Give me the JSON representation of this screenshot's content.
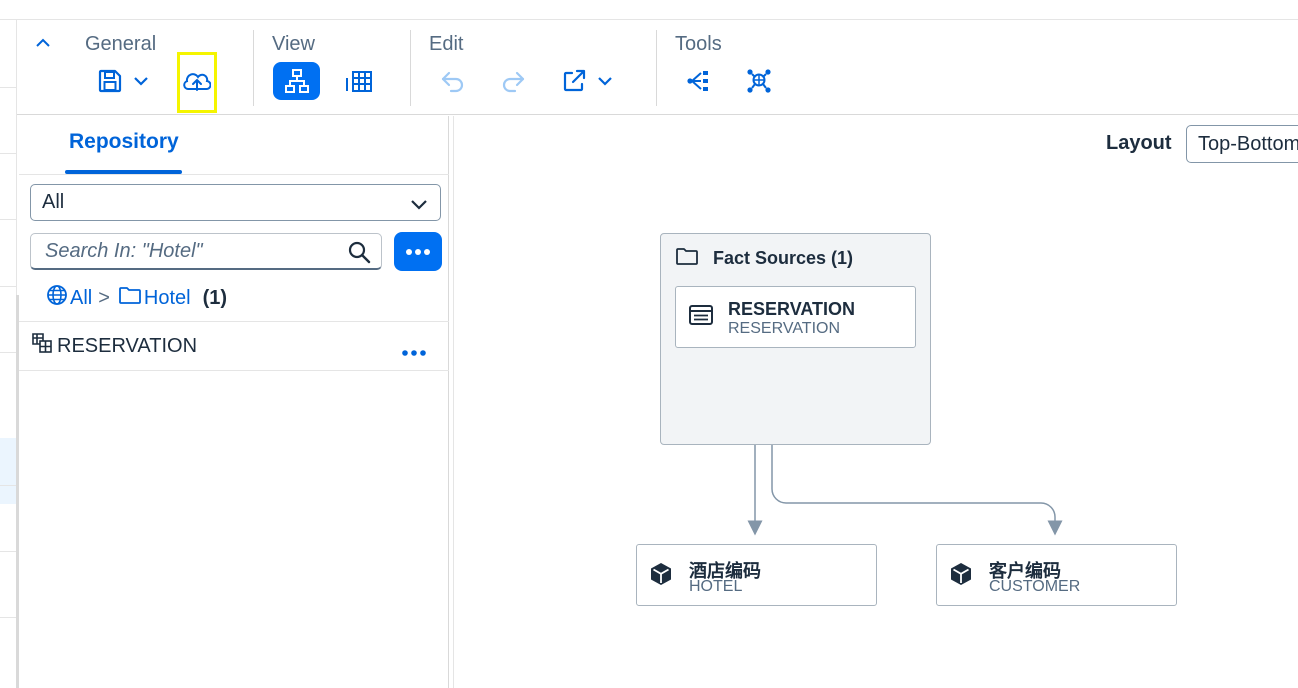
{
  "toolbar": {
    "groups": {
      "general": "General",
      "view": "View",
      "edit": "Edit",
      "tools": "Tools"
    },
    "icons": {
      "collapse": "chevron-up-icon",
      "save": "save-icon",
      "save_menu": "chevron-down-icon",
      "deploy": "cloud-upload-icon",
      "graph_view": "hierarchy-icon",
      "table_view": "table-view-icon",
      "undo": "undo-icon",
      "redo": "redo-icon",
      "share": "share-icon",
      "share_menu": "chevron-down-icon",
      "impact_analysis": "impact-analysis-icon",
      "lineage": "network-icon"
    }
  },
  "left_panel": {
    "tab": "Repository",
    "filter_value": "All",
    "search_placeholder": "Search In: \"Hotel\"",
    "breadcrumb": {
      "root": "All",
      "separator": ">",
      "folder": "Hotel",
      "count": "(1)"
    },
    "items": [
      {
        "label": "RESERVATION"
      }
    ]
  },
  "canvas": {
    "layout_label": "Layout",
    "layout_value": "Top-Bottom",
    "group": {
      "title": "Fact Sources (1)"
    },
    "nodes": {
      "reservation": {
        "title": "RESERVATION",
        "subtitle": "RESERVATION"
      },
      "hotel": {
        "title": "酒店编码",
        "subtitle": "HOTEL"
      },
      "customer": {
        "title": "客户编码",
        "subtitle": "CUSTOMER"
      }
    }
  },
  "colors": {
    "accent": "#0064d9",
    "accent_button": "#0070f2",
    "highlight": "#f5f500",
    "edge": "#8396a8"
  }
}
